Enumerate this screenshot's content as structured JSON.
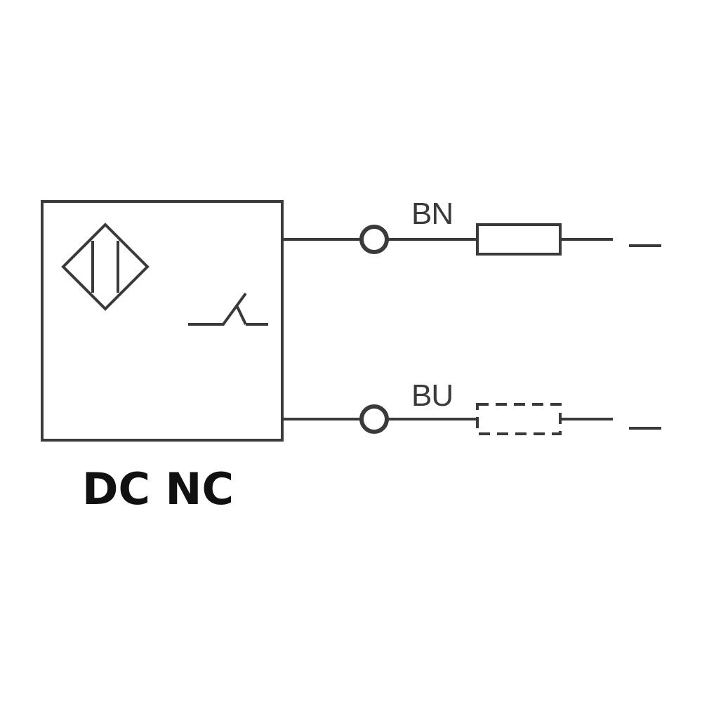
{
  "wires": {
    "positive": {
      "label": "BN",
      "terminal_symbol": "-"
    },
    "negative": {
      "label": "BU",
      "terminal_symbol": "-"
    }
  },
  "caption": "DC NC",
  "colors": {
    "line": "#3a3a3a",
    "caption": "#111111",
    "background": "#ffffff"
  }
}
